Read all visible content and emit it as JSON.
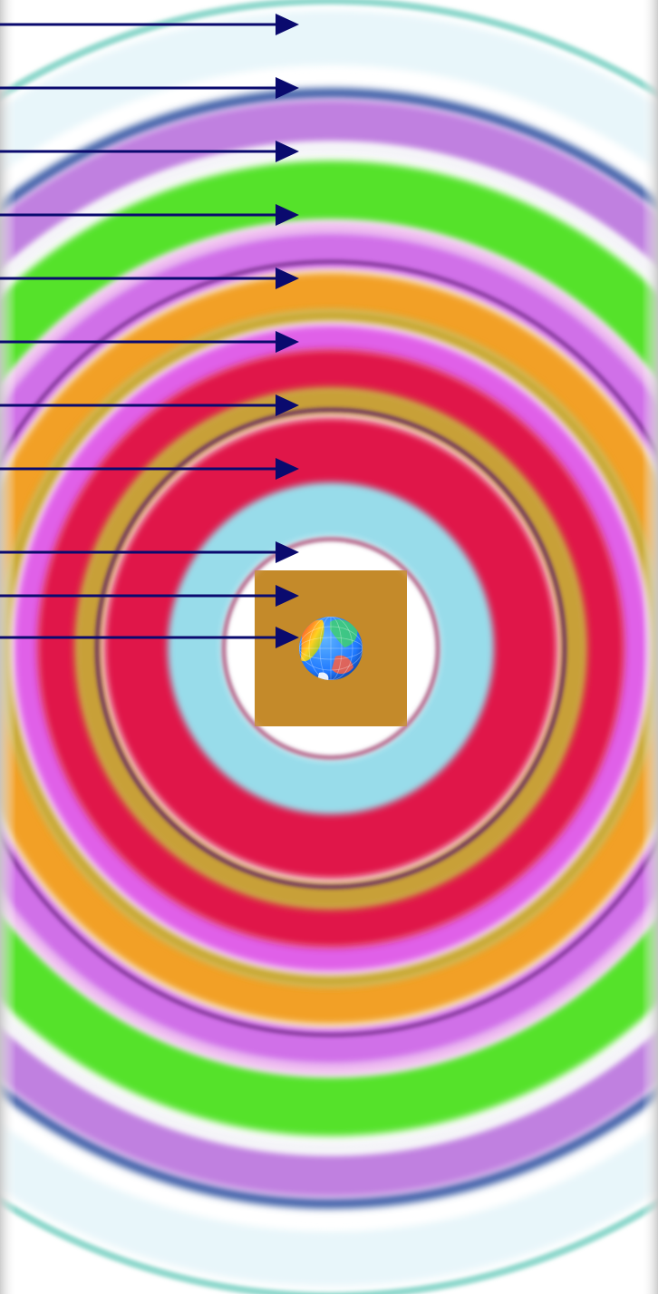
{
  "diagram": {
    "type": "concentric-layer-diagram",
    "background_color": "#ffffff",
    "edge_shade_color": "#d0d0d0",
    "arrow_color": "#0a0a6e",
    "arrow_count": 11,
    "center_object": "globe-icon",
    "globe_colors": {
      "ocean": "#1e78ff",
      "land_warm": [
        "#ff3030",
        "#ffd020",
        "#40c040"
      ],
      "land_cool": [
        "#40d0ff",
        "#ffffff"
      ]
    },
    "bands": [
      {
        "name": "outer-teal-ring",
        "color": "#8fd8cc"
      },
      {
        "name": "pale-blue-white-band",
        "color": "#e8f6fa"
      },
      {
        "name": "dark-blue-ring",
        "color": "#4060a8"
      },
      {
        "name": "lilac-band",
        "color": "#c080e0"
      },
      {
        "name": "white-gap",
        "color": "#f4f4f8"
      },
      {
        "name": "green-band",
        "color": "#55e22a"
      },
      {
        "name": "pale-pink-ring",
        "color": "#f0c0f0"
      },
      {
        "name": "violet-band",
        "color": "#d070e8"
      },
      {
        "name": "dark-violet-ring",
        "color": "#7a3090"
      },
      {
        "name": "orange-band",
        "color": "#f2a028"
      },
      {
        "name": "olive-band",
        "color": "#c8a830"
      },
      {
        "name": "magenta-band",
        "color": "#e060e8"
      },
      {
        "name": "crimson-band",
        "color": "#e01848"
      },
      {
        "name": "gold-band",
        "color": "#c8a038"
      },
      {
        "name": "purple-ring",
        "color": "#602060"
      },
      {
        "name": "crimson-inner-band",
        "color": "#e01448"
      },
      {
        "name": "light-cyan-band",
        "color": "#98dcea"
      },
      {
        "name": "pink-thin-ring",
        "color": "#b05078"
      },
      {
        "name": "bronze-core",
        "color": "#c48a2c"
      }
    ]
  }
}
